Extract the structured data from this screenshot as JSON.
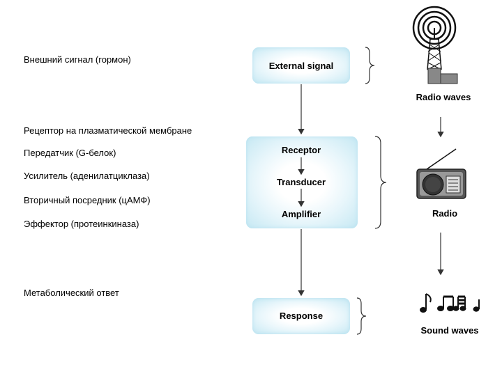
{
  "russian_labels": [
    "Внешний сигнал (гормон)",
    "Рецептор на плазматической мембране",
    "Передатчик (G-белок)",
    "Усилитель (аденилатциклаза)",
    "Вторичный посредник (цАМФ)",
    "Эффектор (протеинкиназа)",
    "Метаболический ответ"
  ],
  "diagram": {
    "external_signal": "External signal",
    "receptor": "Receptor",
    "transducer": "Transducer",
    "amplifier": "Amplifier",
    "response": "Response"
  },
  "radio_analogy": {
    "radio_waves": "Radio waves",
    "radio": "Radio",
    "sound_waves": "Sound waves"
  },
  "icons": [
    "radio-tower-icon",
    "radio-icon",
    "music-notes-icon"
  ],
  "colors": {
    "box_edge": "#c5e8f3",
    "box_center": "#ffffff",
    "line": "#333333"
  }
}
